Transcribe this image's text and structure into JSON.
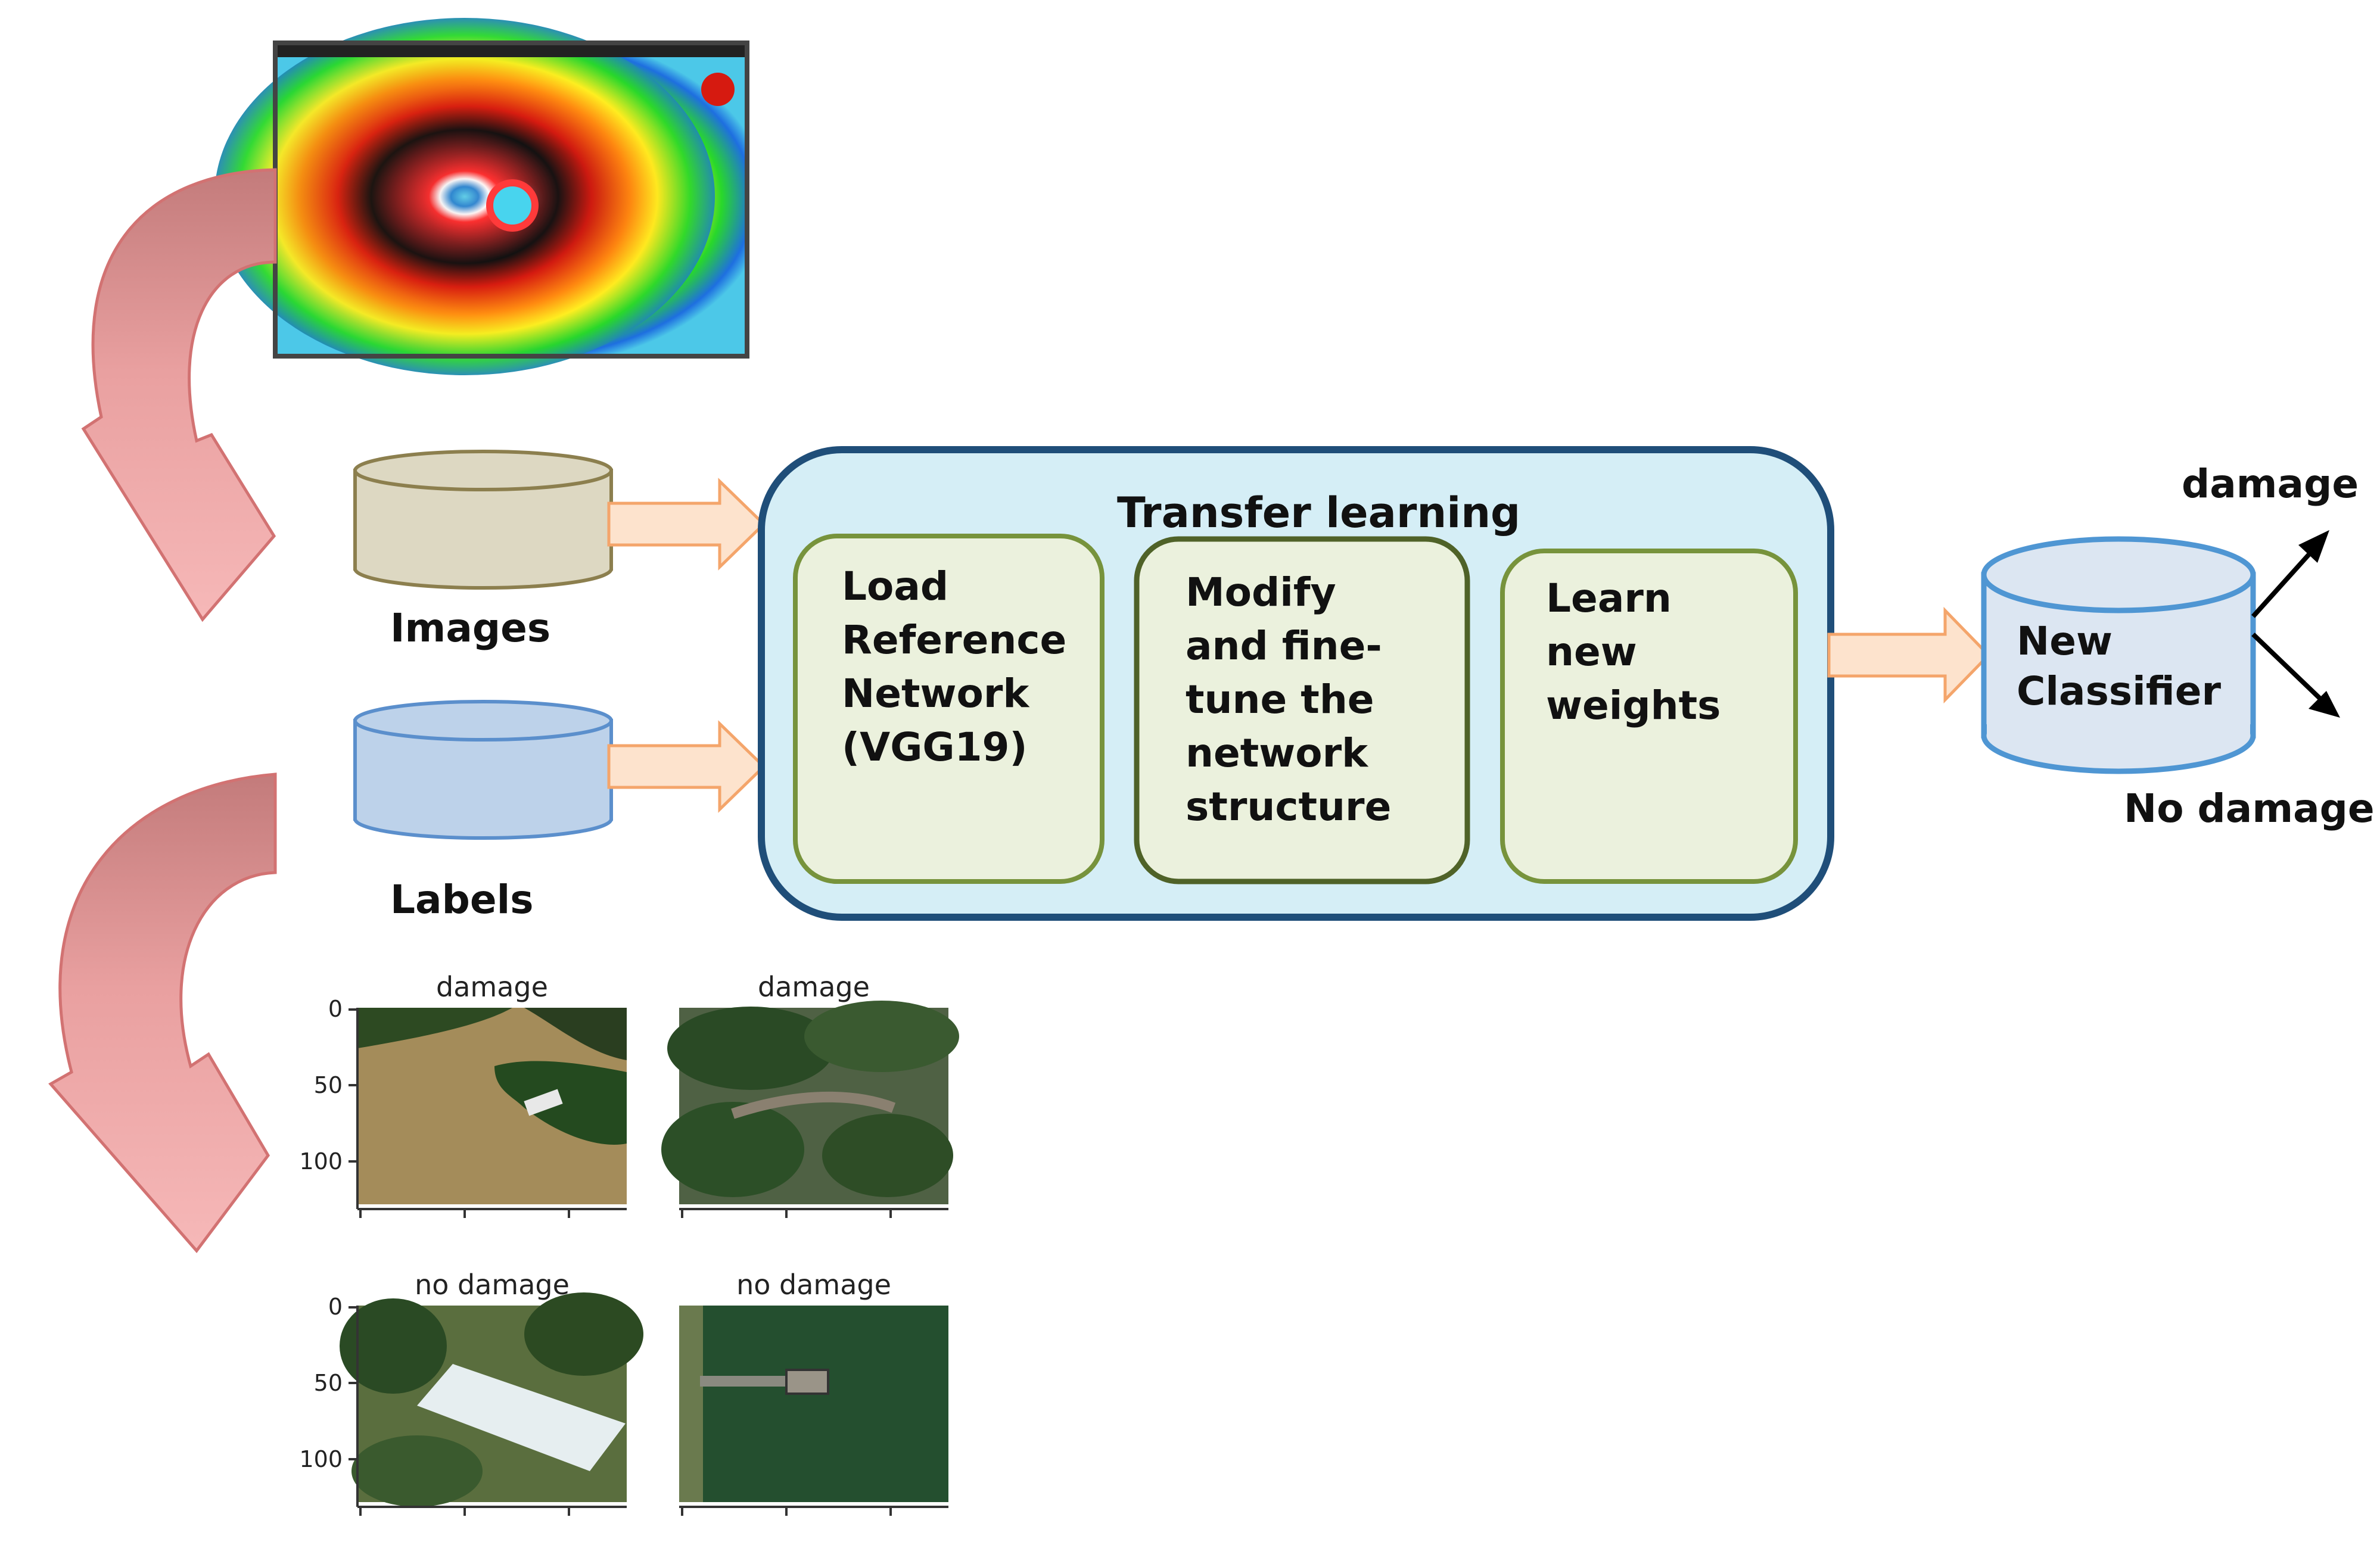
{
  "inputs": {
    "images_label": "Images",
    "labels_label": "Labels"
  },
  "transfer": {
    "title": "Transfer learning",
    "steps": [
      {
        "lines": [
          "Load",
          "Reference",
          "Network",
          "(VGG19)"
        ]
      },
      {
        "lines": [
          "Modify",
          "and fine-",
          "tune the",
          "network",
          "structure"
        ]
      },
      {
        "lines": [
          "Learn",
          "new",
          "weights"
        ]
      }
    ]
  },
  "classifier": {
    "lines": [
      "New",
      "Classifier"
    ],
    "output_top": "damage",
    "output_bottom": "No damage"
  },
  "samples": [
    {
      "title": "damage"
    },
    {
      "title": "damage"
    },
    {
      "title": "no damage"
    },
    {
      "title": "no damage"
    }
  ],
  "sample_axis_ticks": [
    "0",
    "50",
    "100"
  ],
  "icons": {
    "satellite": "hurricane-satellite-image",
    "db": "cylinder-database-icon"
  },
  "colors": {
    "images_db": "#ddd8c2",
    "labels_db": "#bdd2ea",
    "transfer_panel": "#d5eef6",
    "transfer_border": "#1f4e79",
    "step_fill": "#ebf1dd",
    "step_border": "#77933c",
    "arrow_fill": "#fde3cd",
    "arrow_border": "#f4a56b",
    "classifier_fill": "#dce6f2",
    "classifier_border": "#4f96d3"
  }
}
